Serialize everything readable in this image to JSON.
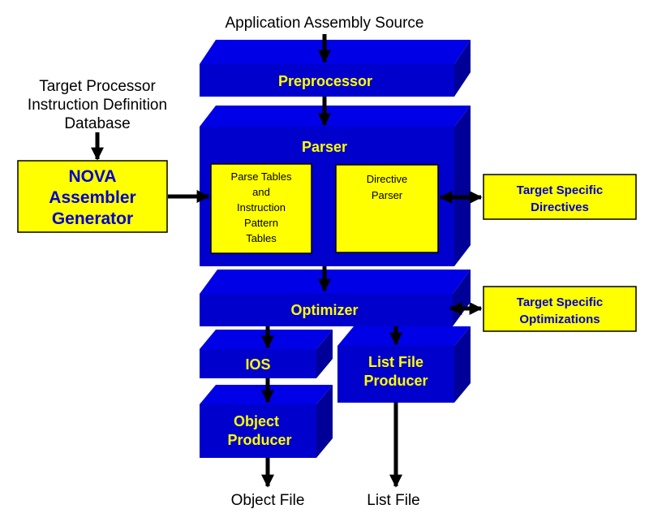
{
  "inputs": {
    "application_source": "Application Assembly Source",
    "target_db": [
      "Target Processor",
      "Instruction Definition",
      "Database"
    ]
  },
  "blocks": {
    "preprocessor": "Preprocessor",
    "parser": "Parser",
    "optimizer": "Optimizer",
    "ios": "IOS",
    "list_file_producer": [
      "List File",
      "Producer"
    ],
    "object_producer": [
      "Object",
      "Producer"
    ]
  },
  "parser_internals": {
    "parse_tables": [
      "Parse Tables",
      "and",
      "Instruction",
      "Pattern",
      "Tables"
    ],
    "directive_parser": [
      "Directive",
      "Parser"
    ]
  },
  "side_boxes": {
    "nova_generator": [
      "NOVA",
      "Assembler",
      "Generator"
    ],
    "target_directives": [
      "Target Specific",
      "Directives"
    ],
    "target_optimizations": [
      "Target Specific",
      "Optimizations"
    ]
  },
  "outputs": {
    "object_file": "Object File",
    "list_file": "List File"
  },
  "colors": {
    "block_front": "#0000cc",
    "block_top": "#0000e6",
    "block_side": "#000099",
    "block_text": "#ffff00",
    "yellow_box": "#ffff00",
    "yellow_box_text": "#0000cc",
    "arrow": "#000000"
  }
}
